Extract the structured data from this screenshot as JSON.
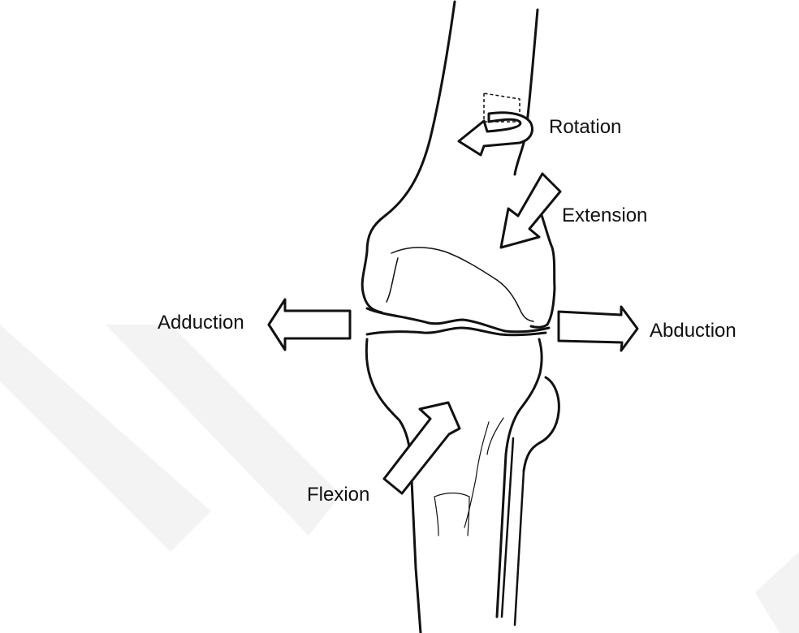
{
  "labels": {
    "rotation": "Rotation",
    "extension": "Extension",
    "adduction": "Adduction",
    "abduction": "Abduction",
    "flexion": "Flexion"
  },
  "colors": {
    "line": "#111111",
    "arrow_fill": "#ffffff",
    "watermark": "#f3f3f3"
  },
  "icons": {
    "rotation": "curved-arrow-icon",
    "extension": "arrow-down-left-icon",
    "adduction": "arrow-left-icon",
    "abduction": "arrow-right-icon",
    "flexion": "arrow-up-right-icon"
  }
}
